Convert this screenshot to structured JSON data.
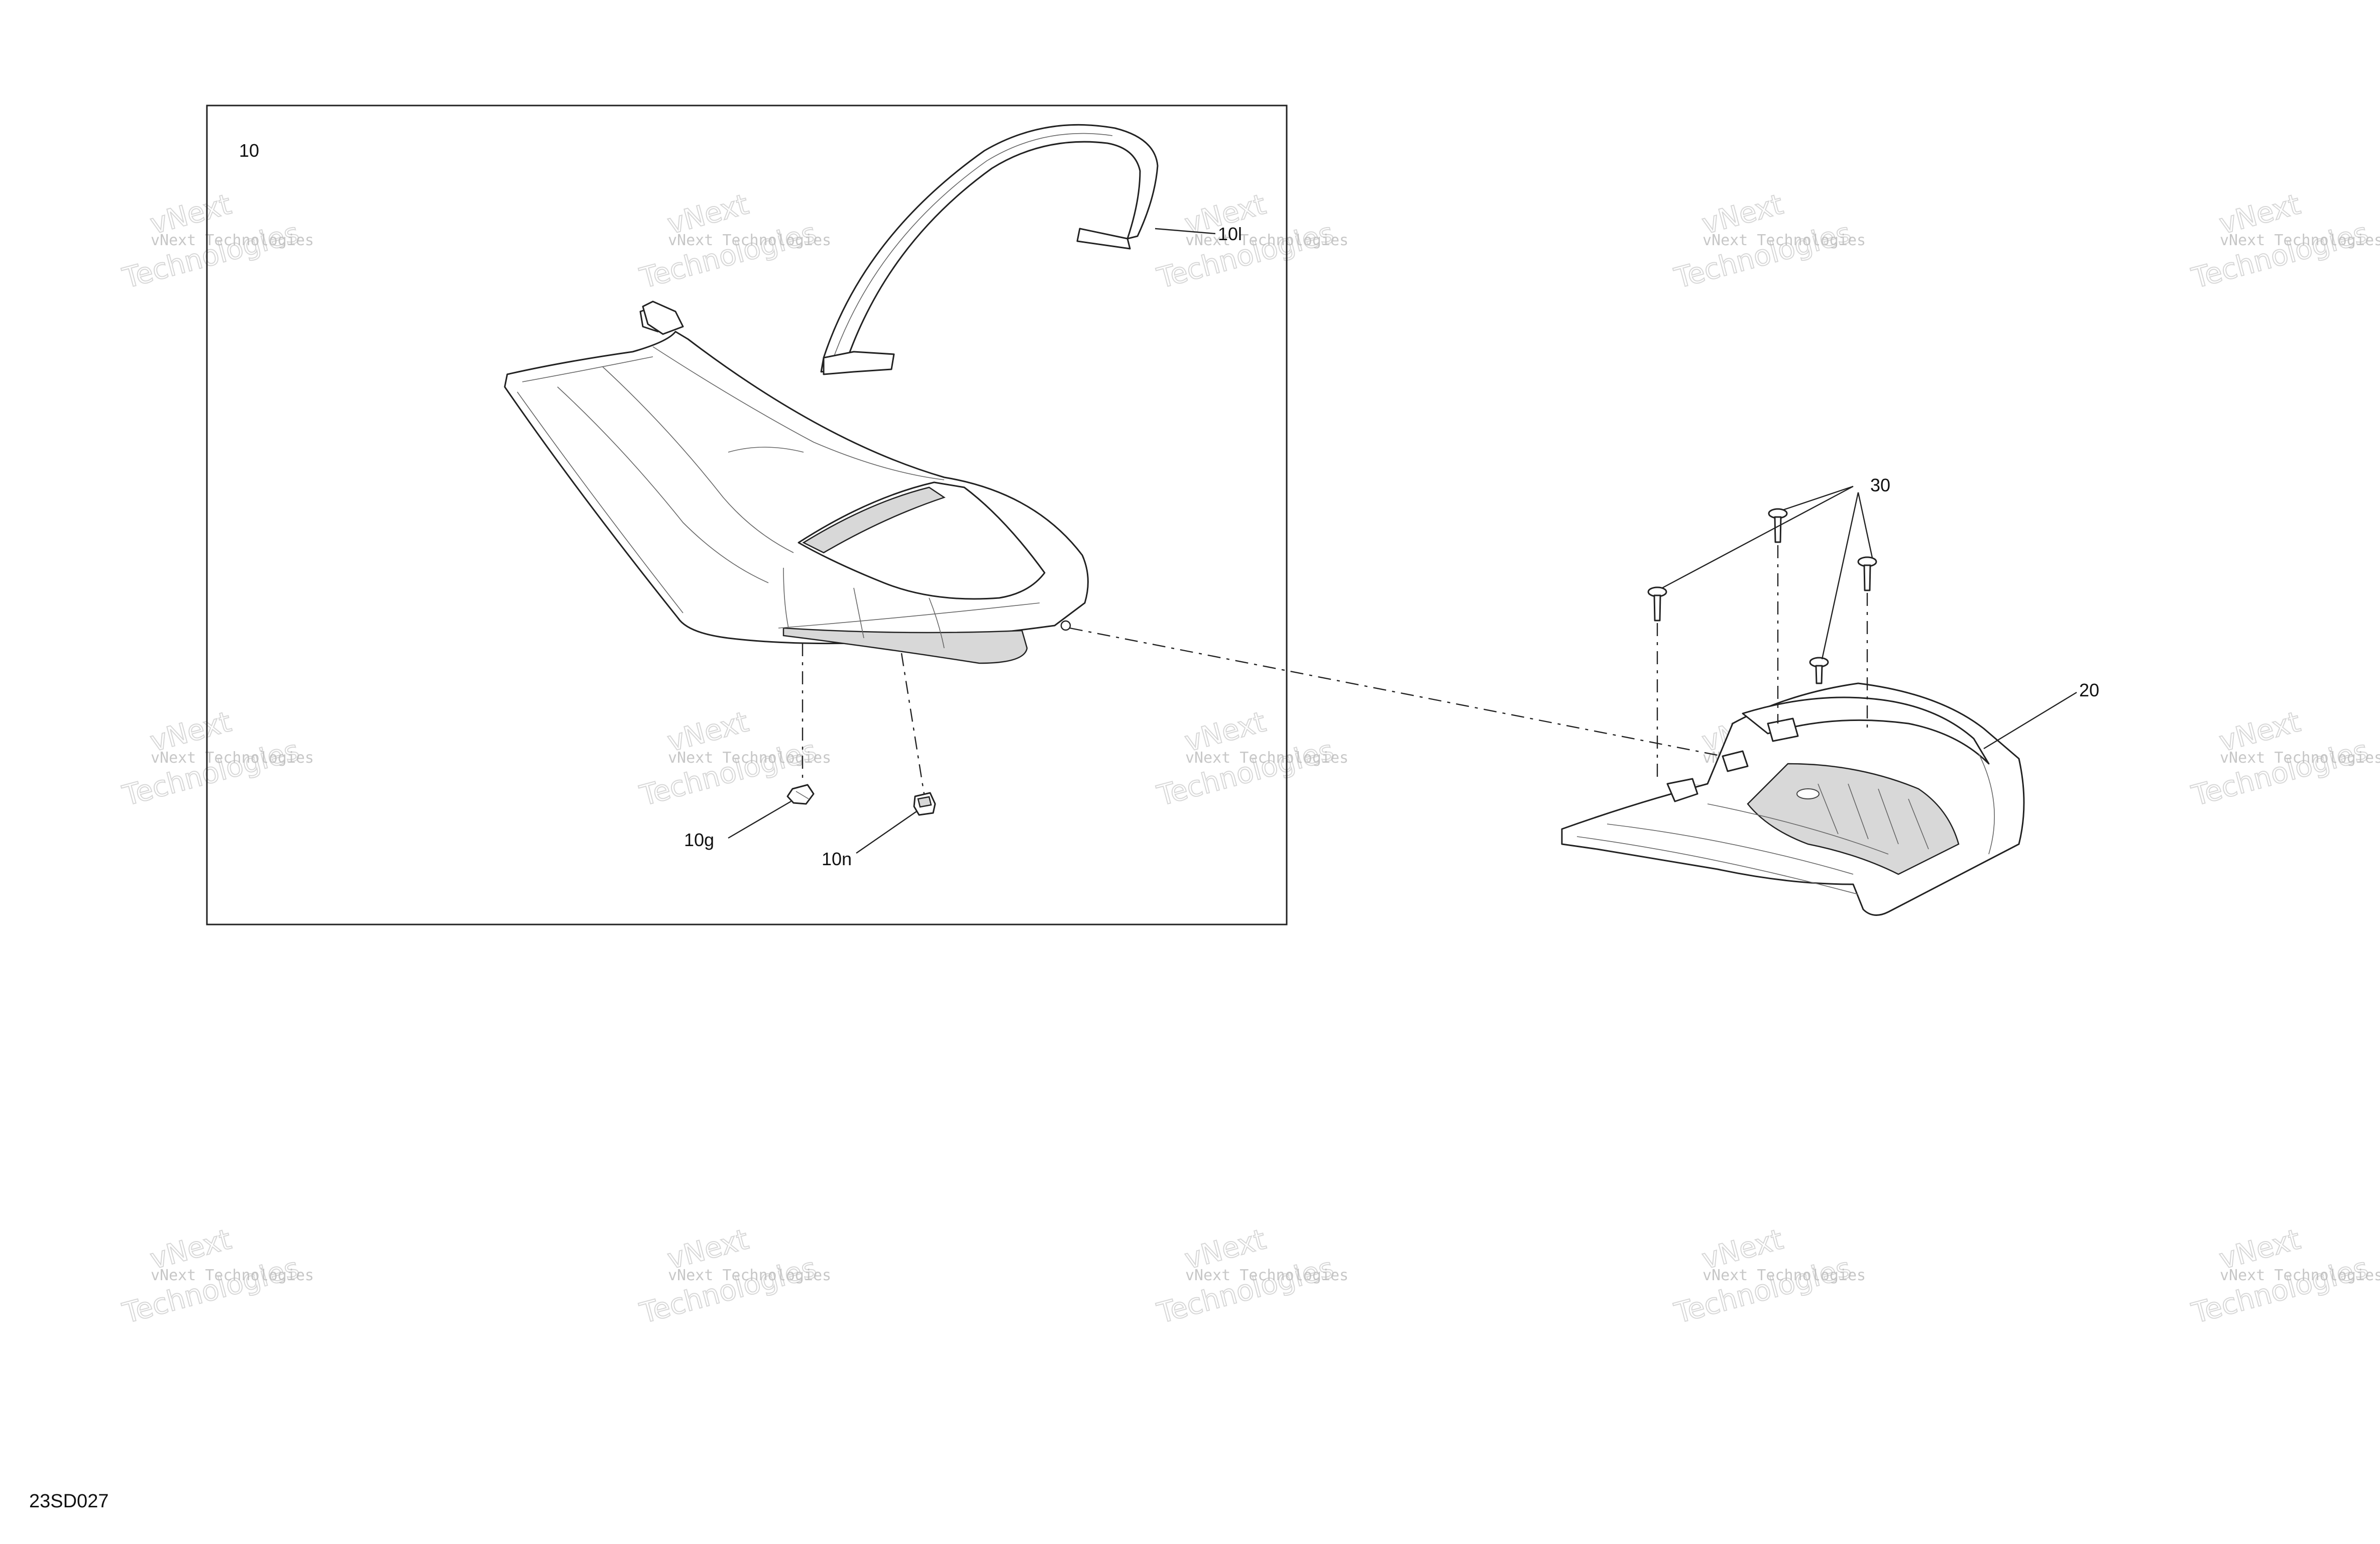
{
  "diagram": {
    "id": "23SD027",
    "callouts": [
      {
        "id": "c10",
        "text": "10"
      },
      {
        "id": "c10l",
        "text": "10l"
      },
      {
        "id": "c10g",
        "text": "10g"
      },
      {
        "id": "c10n",
        "text": "10n"
      },
      {
        "id": "c20",
        "text": "20"
      },
      {
        "id": "c30",
        "text": "30"
      }
    ]
  },
  "watermark": {
    "line1": "vNext",
    "line2": "vNext Technologies",
    "line3": "Technologies"
  }
}
